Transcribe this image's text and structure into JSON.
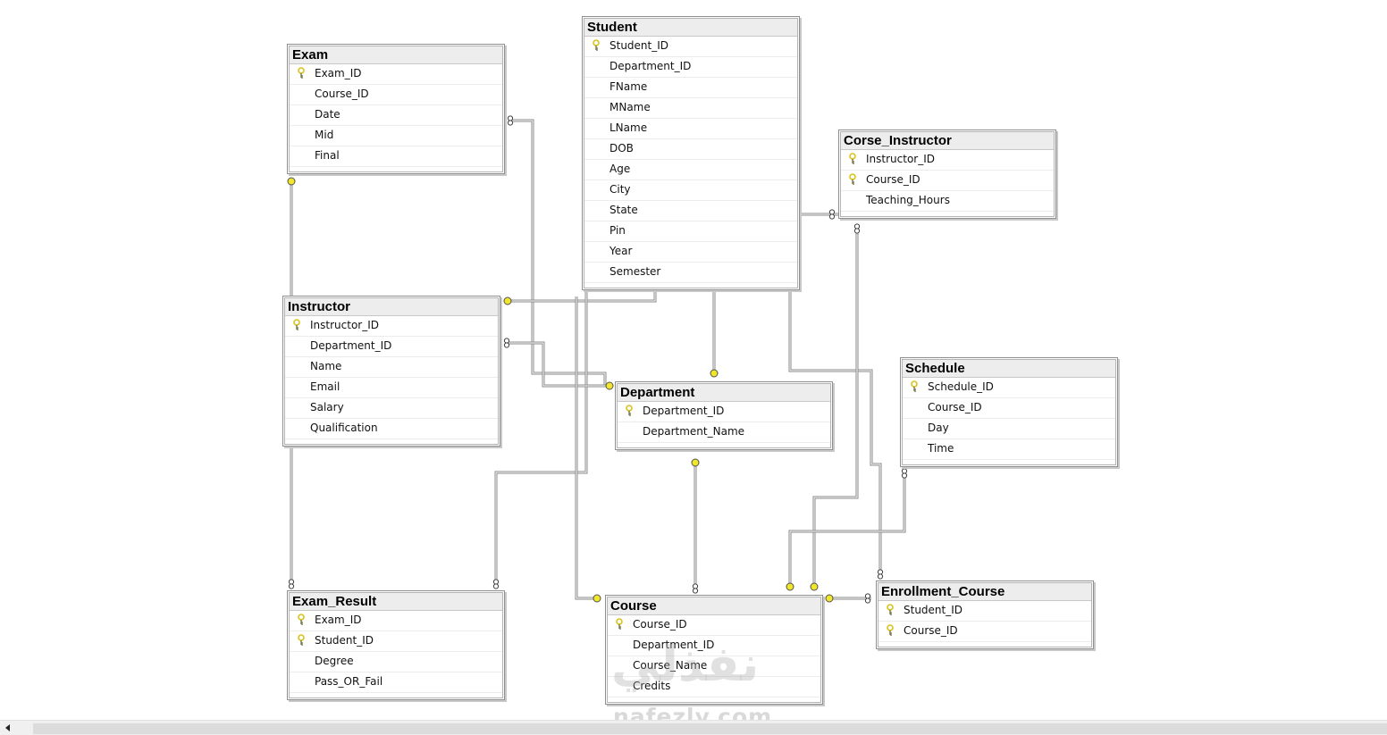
{
  "tables": {
    "exam": {
      "title": "Exam",
      "columns": [
        {
          "name": "Exam_ID",
          "pk": true
        },
        {
          "name": "Course_ID",
          "pk": false
        },
        {
          "name": "Date",
          "pk": false
        },
        {
          "name": "Mid",
          "pk": false
        },
        {
          "name": "Final",
          "pk": false
        }
      ]
    },
    "student": {
      "title": "Student",
      "columns": [
        {
          "name": "Student_ID",
          "pk": true
        },
        {
          "name": "Department_ID",
          "pk": false
        },
        {
          "name": "FName",
          "pk": false
        },
        {
          "name": "MName",
          "pk": false
        },
        {
          "name": "LName",
          "pk": false
        },
        {
          "name": "DOB",
          "pk": false
        },
        {
          "name": "Age",
          "pk": false
        },
        {
          "name": "City",
          "pk": false
        },
        {
          "name": "State",
          "pk": false
        },
        {
          "name": "Pin",
          "pk": false
        },
        {
          "name": "Year",
          "pk": false
        },
        {
          "name": "Semester",
          "pk": false
        }
      ]
    },
    "corse_instructor": {
      "title": "Corse_Instructor",
      "columns": [
        {
          "name": "Instructor_ID",
          "pk": true
        },
        {
          "name": "Course_ID",
          "pk": true
        },
        {
          "name": "Teaching_Hours",
          "pk": false
        }
      ]
    },
    "instructor": {
      "title": "Instructor",
      "columns": [
        {
          "name": "Instructor_ID",
          "pk": true
        },
        {
          "name": "Department_ID",
          "pk": false
        },
        {
          "name": "Name",
          "pk": false
        },
        {
          "name": "Email",
          "pk": false
        },
        {
          "name": "Salary",
          "pk": false
        },
        {
          "name": "Qualification",
          "pk": false
        }
      ]
    },
    "department": {
      "title": "Department",
      "columns": [
        {
          "name": "Department_ID",
          "pk": true
        },
        {
          "name": "Department_Name",
          "pk": false
        }
      ]
    },
    "schedule": {
      "title": "Schedule",
      "columns": [
        {
          "name": "Schedule_ID",
          "pk": true
        },
        {
          "name": "Course_ID",
          "pk": false
        },
        {
          "name": "Day",
          "pk": false
        },
        {
          "name": "Time",
          "pk": false
        }
      ]
    },
    "exam_result": {
      "title": "Exam_Result",
      "columns": [
        {
          "name": "Exam_ID",
          "pk": true
        },
        {
          "name": "Student_ID",
          "pk": true
        },
        {
          "name": "Degree",
          "pk": false
        },
        {
          "name": "Pass_OR_Fail",
          "pk": false
        }
      ]
    },
    "course": {
      "title": "Course",
      "columns": [
        {
          "name": "Course_ID",
          "pk": true
        },
        {
          "name": "Department_ID",
          "pk": false
        },
        {
          "name": "Course_Name",
          "pk": false
        },
        {
          "name": "Credits",
          "pk": false
        }
      ]
    },
    "enrollment_course": {
      "title": "Enrollment_Course",
      "columns": [
        {
          "name": "Student_ID",
          "pk": true
        },
        {
          "name": "Course_ID",
          "pk": true
        }
      ]
    }
  },
  "relationships": [
    {
      "from": "exam",
      "to": "exam_result"
    },
    {
      "from": "course",
      "to": "exam"
    },
    {
      "from": "student",
      "to": "instructor"
    },
    {
      "from": "student",
      "to": "exam_result"
    },
    {
      "from": "department",
      "to": "student"
    },
    {
      "from": "instructor",
      "to": "corse_instructor"
    },
    {
      "from": "student",
      "to": "enrollment_course"
    },
    {
      "from": "department",
      "to": "instructor"
    },
    {
      "from": "department",
      "to": "course"
    },
    {
      "from": "instructor",
      "to": "exam_result"
    },
    {
      "from": "course",
      "to": "corse_instructor"
    },
    {
      "from": "course",
      "to": "schedule"
    },
    {
      "from": "course",
      "to": "enrollment_course"
    }
  ],
  "watermark": {
    "arabic": "نفذلي",
    "latin": "nafezly.com"
  },
  "colors": {
    "key": "#d9c21a",
    "line": "#8a8a8a",
    "endpoint": "#f1e62a"
  },
  "icons": {
    "primary_key": "key-icon",
    "scroll_left": "arrow-left-icon"
  }
}
